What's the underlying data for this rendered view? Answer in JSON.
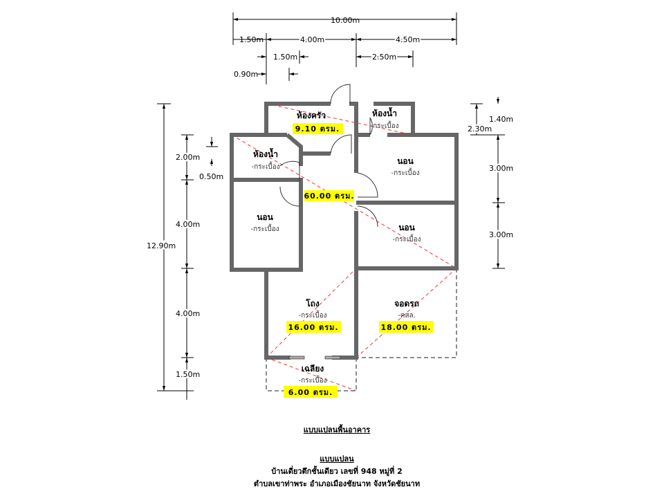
{
  "dimensions": {
    "top": {
      "overall": "10.00m",
      "seg1": "1.50m",
      "seg2": "4.00m",
      "seg3": "4.50m",
      "sub1": "1.50m",
      "sub2": "2.50m",
      "sub3": "0.90m"
    },
    "left": {
      "overall": "12.90m",
      "seg1": "2.00m",
      "seg2": "4.00m",
      "seg3": "4.00m",
      "seg4": "1.50m",
      "sub1": "0.50m"
    },
    "right": {
      "seg1": "1.40m",
      "seg2": "3.00m",
      "seg3": "3.00m",
      "sub1": "2.30m"
    }
  },
  "rooms": {
    "kitchen": {
      "name": "ห้องครัว",
      "area": "9.10 ตรม."
    },
    "bath_right": {
      "name": "ห้องน้ำ",
      "material": "-กระเบื้อง"
    },
    "bath_left": {
      "name": "ห้องน้ำ",
      "material": "-กระเบื้อง"
    },
    "bed_right_top": {
      "name": "นอน",
      "material": "-กระเบื้อง"
    },
    "bed_left": {
      "name": "นอน",
      "material": "-กระเบื้อง"
    },
    "bed_right_bottom": {
      "name": "นอน",
      "material": "-กระเบื้อง"
    },
    "interior_total": {
      "area": "60.00 ตรม."
    },
    "hall": {
      "name": "โถง",
      "material": "-กระเบื้อง",
      "area": "16.00 ตรม."
    },
    "carport": {
      "name": "จอดรถ",
      "material": "-คสล.",
      "area": "18.00 ตรม."
    },
    "porch": {
      "name": "เฉลียง",
      "material": "-กระเบื้อง",
      "area": "6.00 ตรม."
    }
  },
  "titles": {
    "plan_title": "แบบแปลนพื้นอาคาร",
    "caption_heading": "แบบแปลน",
    "caption_line1": "บ้านเดี่ยวตึกชั้นเดียว เลขที่ 948 หมู่ที่ 2",
    "caption_line2": "ตำบลเขาท่าพระ อำเภอเมืองชัยนาท จังหวัดชัยนาท"
  },
  "colors": {
    "area_highlight": "#ffff00",
    "wall": "#666666",
    "diagonal": "#ee3333"
  }
}
